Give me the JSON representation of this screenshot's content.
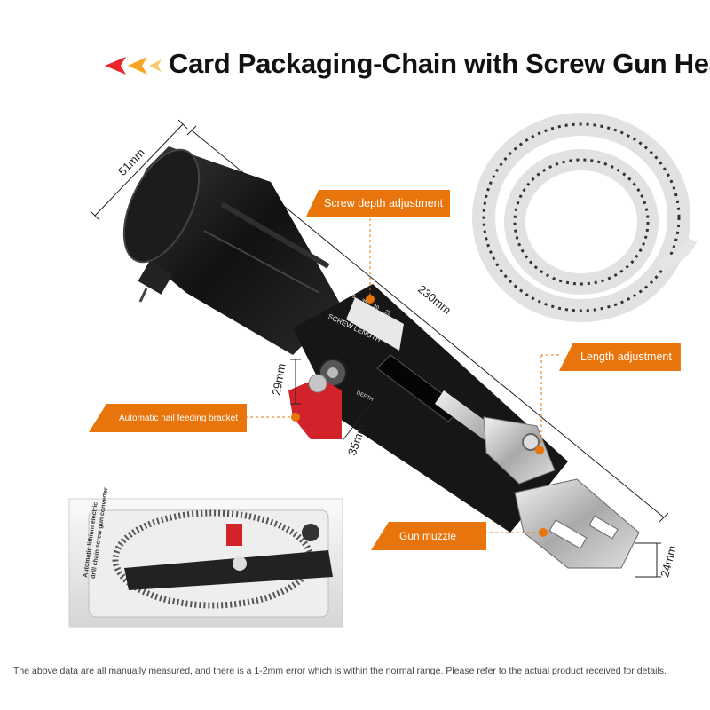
{
  "header": {
    "title": "Card Packaging-Chain with Screw Gun Head",
    "arrow_colors": [
      "#e8262b",
      "#f5a623"
    ]
  },
  "callouts": {
    "screw_depth": "Screw depth adjustment",
    "length_adjustment": "Length adjustment",
    "feeding_bracket": "Automatic nail feeding bracket",
    "gun_muzzle": "Gun muzzle",
    "color": "#e8740c"
  },
  "dimensions": {
    "width_51": "51mm",
    "length_230": "230mm",
    "height_29": "29mm",
    "width_35": "35mm",
    "width_24": "24mm"
  },
  "tool_markings": {
    "screw_length": "SCREW LENGTH",
    "depth": "DEPTH",
    "scale": [
      "45",
      "35",
      "30",
      "25"
    ]
  },
  "package": {
    "text_line1": "Automatic lithium electric",
    "text_line2": "drill chain screw gun converter"
  },
  "footer": {
    "note": "The above data are all manually measured, and there is a 1-2mm error which is within the normal range. Please refer to the actual product received for details."
  }
}
